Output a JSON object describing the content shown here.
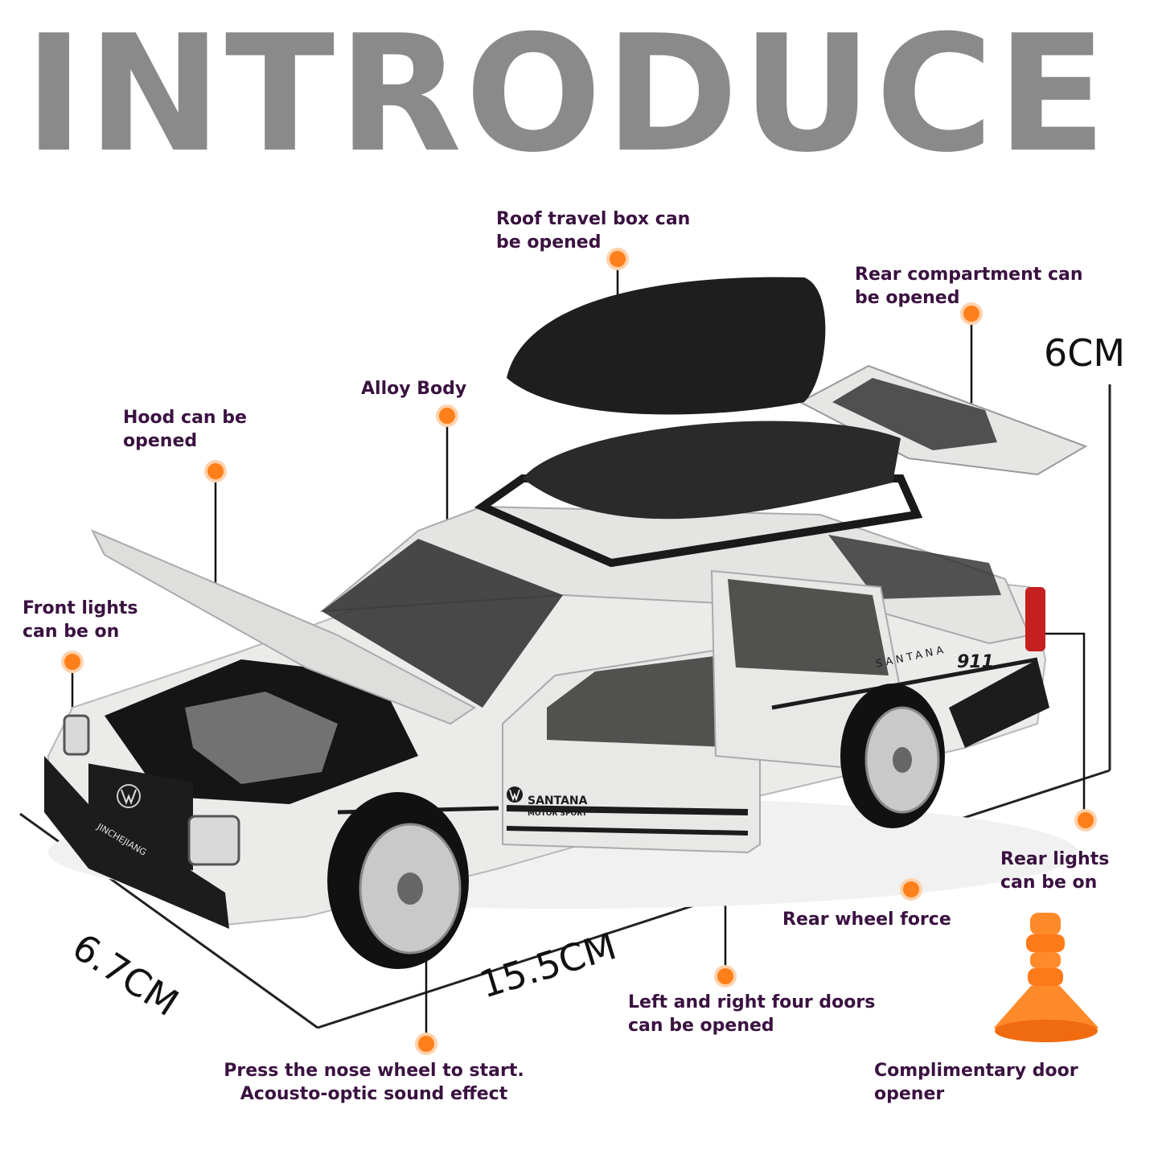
{
  "headline": "INTRODUCE",
  "labels": {
    "roof_box": "Roof travel box can\nbe opened",
    "rear_compartment": "Rear compartment can\nbe opened",
    "alloy_body": "Alloy Body",
    "hood": "Hood can be\nopened",
    "front_lights": "Front lights\ncan be on",
    "rear_lights": "Rear lights\ncan be on",
    "rear_wheel": "Rear wheel force",
    "doors": "Left and right four doors\ncan be opened",
    "nose_wheel": "Press the nose wheel to start.\nAcousto-optic sound effect",
    "door_opener": "Complimentary door\nopener"
  },
  "dimensions": {
    "height": "6CM",
    "width": "6.7CM",
    "length": "15.5CM"
  },
  "car_markings": {
    "side_logo": "SANTANA",
    "side_sub": "MOTOR SPORT",
    "rear_text": "SANTANA",
    "rear_number": "911",
    "bumper_text": "JINCHEJIANG"
  },
  "colors": {
    "headline": "#8a8a8a",
    "label_text": "#3a1240",
    "marker": "#ff7f1a",
    "car_body": "#ebebea",
    "car_trim": "#1c1c1c",
    "opener": "#ff8a2a"
  },
  "icons": [
    "vw-badge-icon",
    "marker-dot-icon"
  ]
}
